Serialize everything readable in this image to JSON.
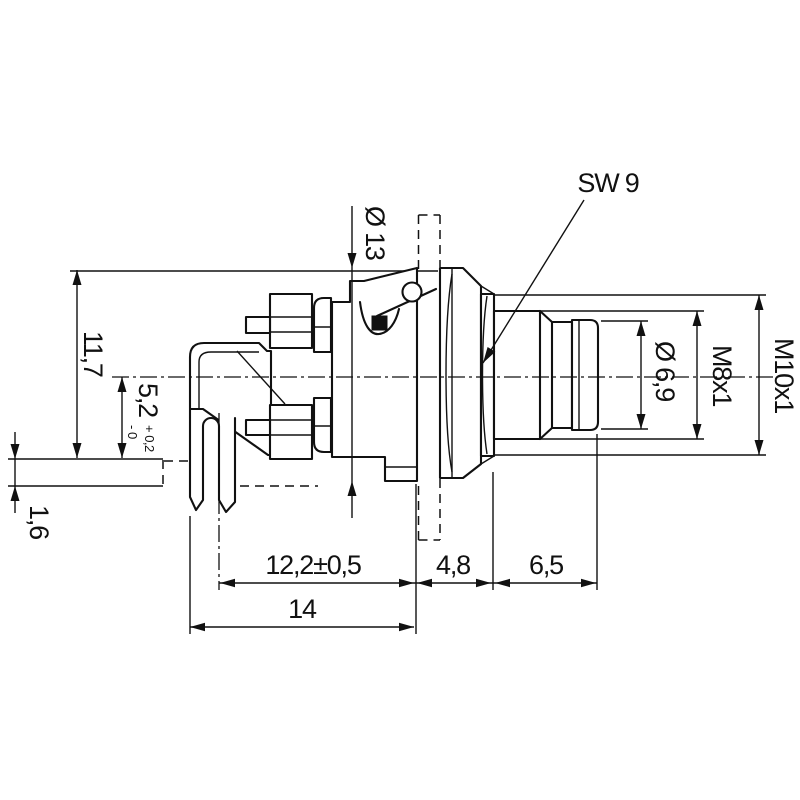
{
  "drawing": {
    "type": "technical-dimension-drawing",
    "subject": "panel-mount circular connector, side view with PCB angle bracket",
    "units": "mm",
    "colors": {
      "line": "#111111",
      "background": "#ffffff"
    },
    "dimensions": {
      "wrench_size": "SW 9",
      "flange_diameter": "Ø 13",
      "total_height": "11,7",
      "axis_height": "5,2",
      "axis_height_tol_upper": "+ 0,2",
      "axis_height_tol_lower": "- 0",
      "pcb_thickness": "1,6",
      "length_pins_to_flange": "12,2±0,5",
      "length_flange_to_nut": "4,8",
      "length_front": "6,5",
      "length_total": "14",
      "tip_diameter": "Ø 6,9",
      "thread_mating": "M8x1",
      "thread_mounting": "M10x1"
    }
  }
}
